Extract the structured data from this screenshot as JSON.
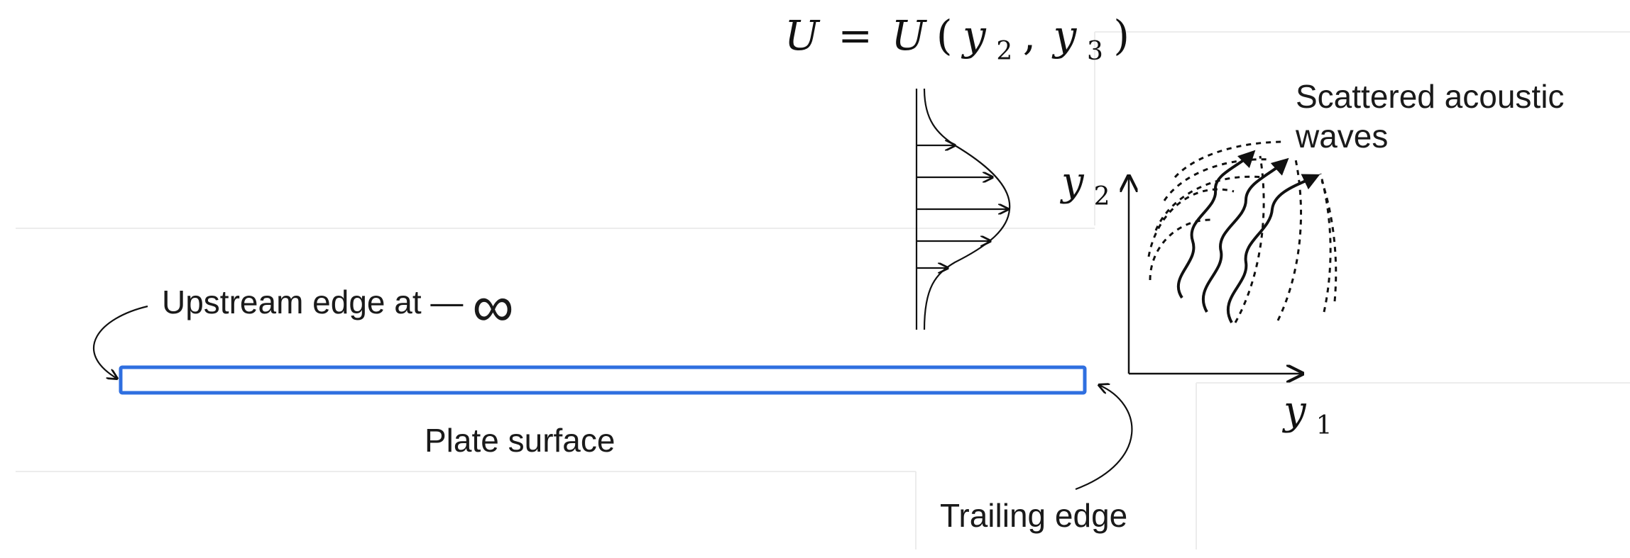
{
  "equation": {
    "lhs": "U",
    "equals": "=",
    "func": "U",
    "open": "(",
    "arg1": "y",
    "arg1_sub": "2",
    "comma": ",",
    "arg2": "y",
    "arg2_sub": "3",
    "close": ")"
  },
  "labels": {
    "upstream": "Upstream edge at —",
    "upstream_symbol": "∞",
    "plate": "Plate surface",
    "trailing": "Trailing edge",
    "scattered_line1": "Scattered acoustic",
    "scattered_line2": "waves"
  },
  "axes": {
    "y_axis": "y",
    "y_axis_sub": "2",
    "x_axis": "y",
    "x_axis_sub": "1"
  },
  "colors": {
    "plate_outline": "#2f6fe0",
    "ink": "#111111",
    "panel_line": "#ececec"
  }
}
